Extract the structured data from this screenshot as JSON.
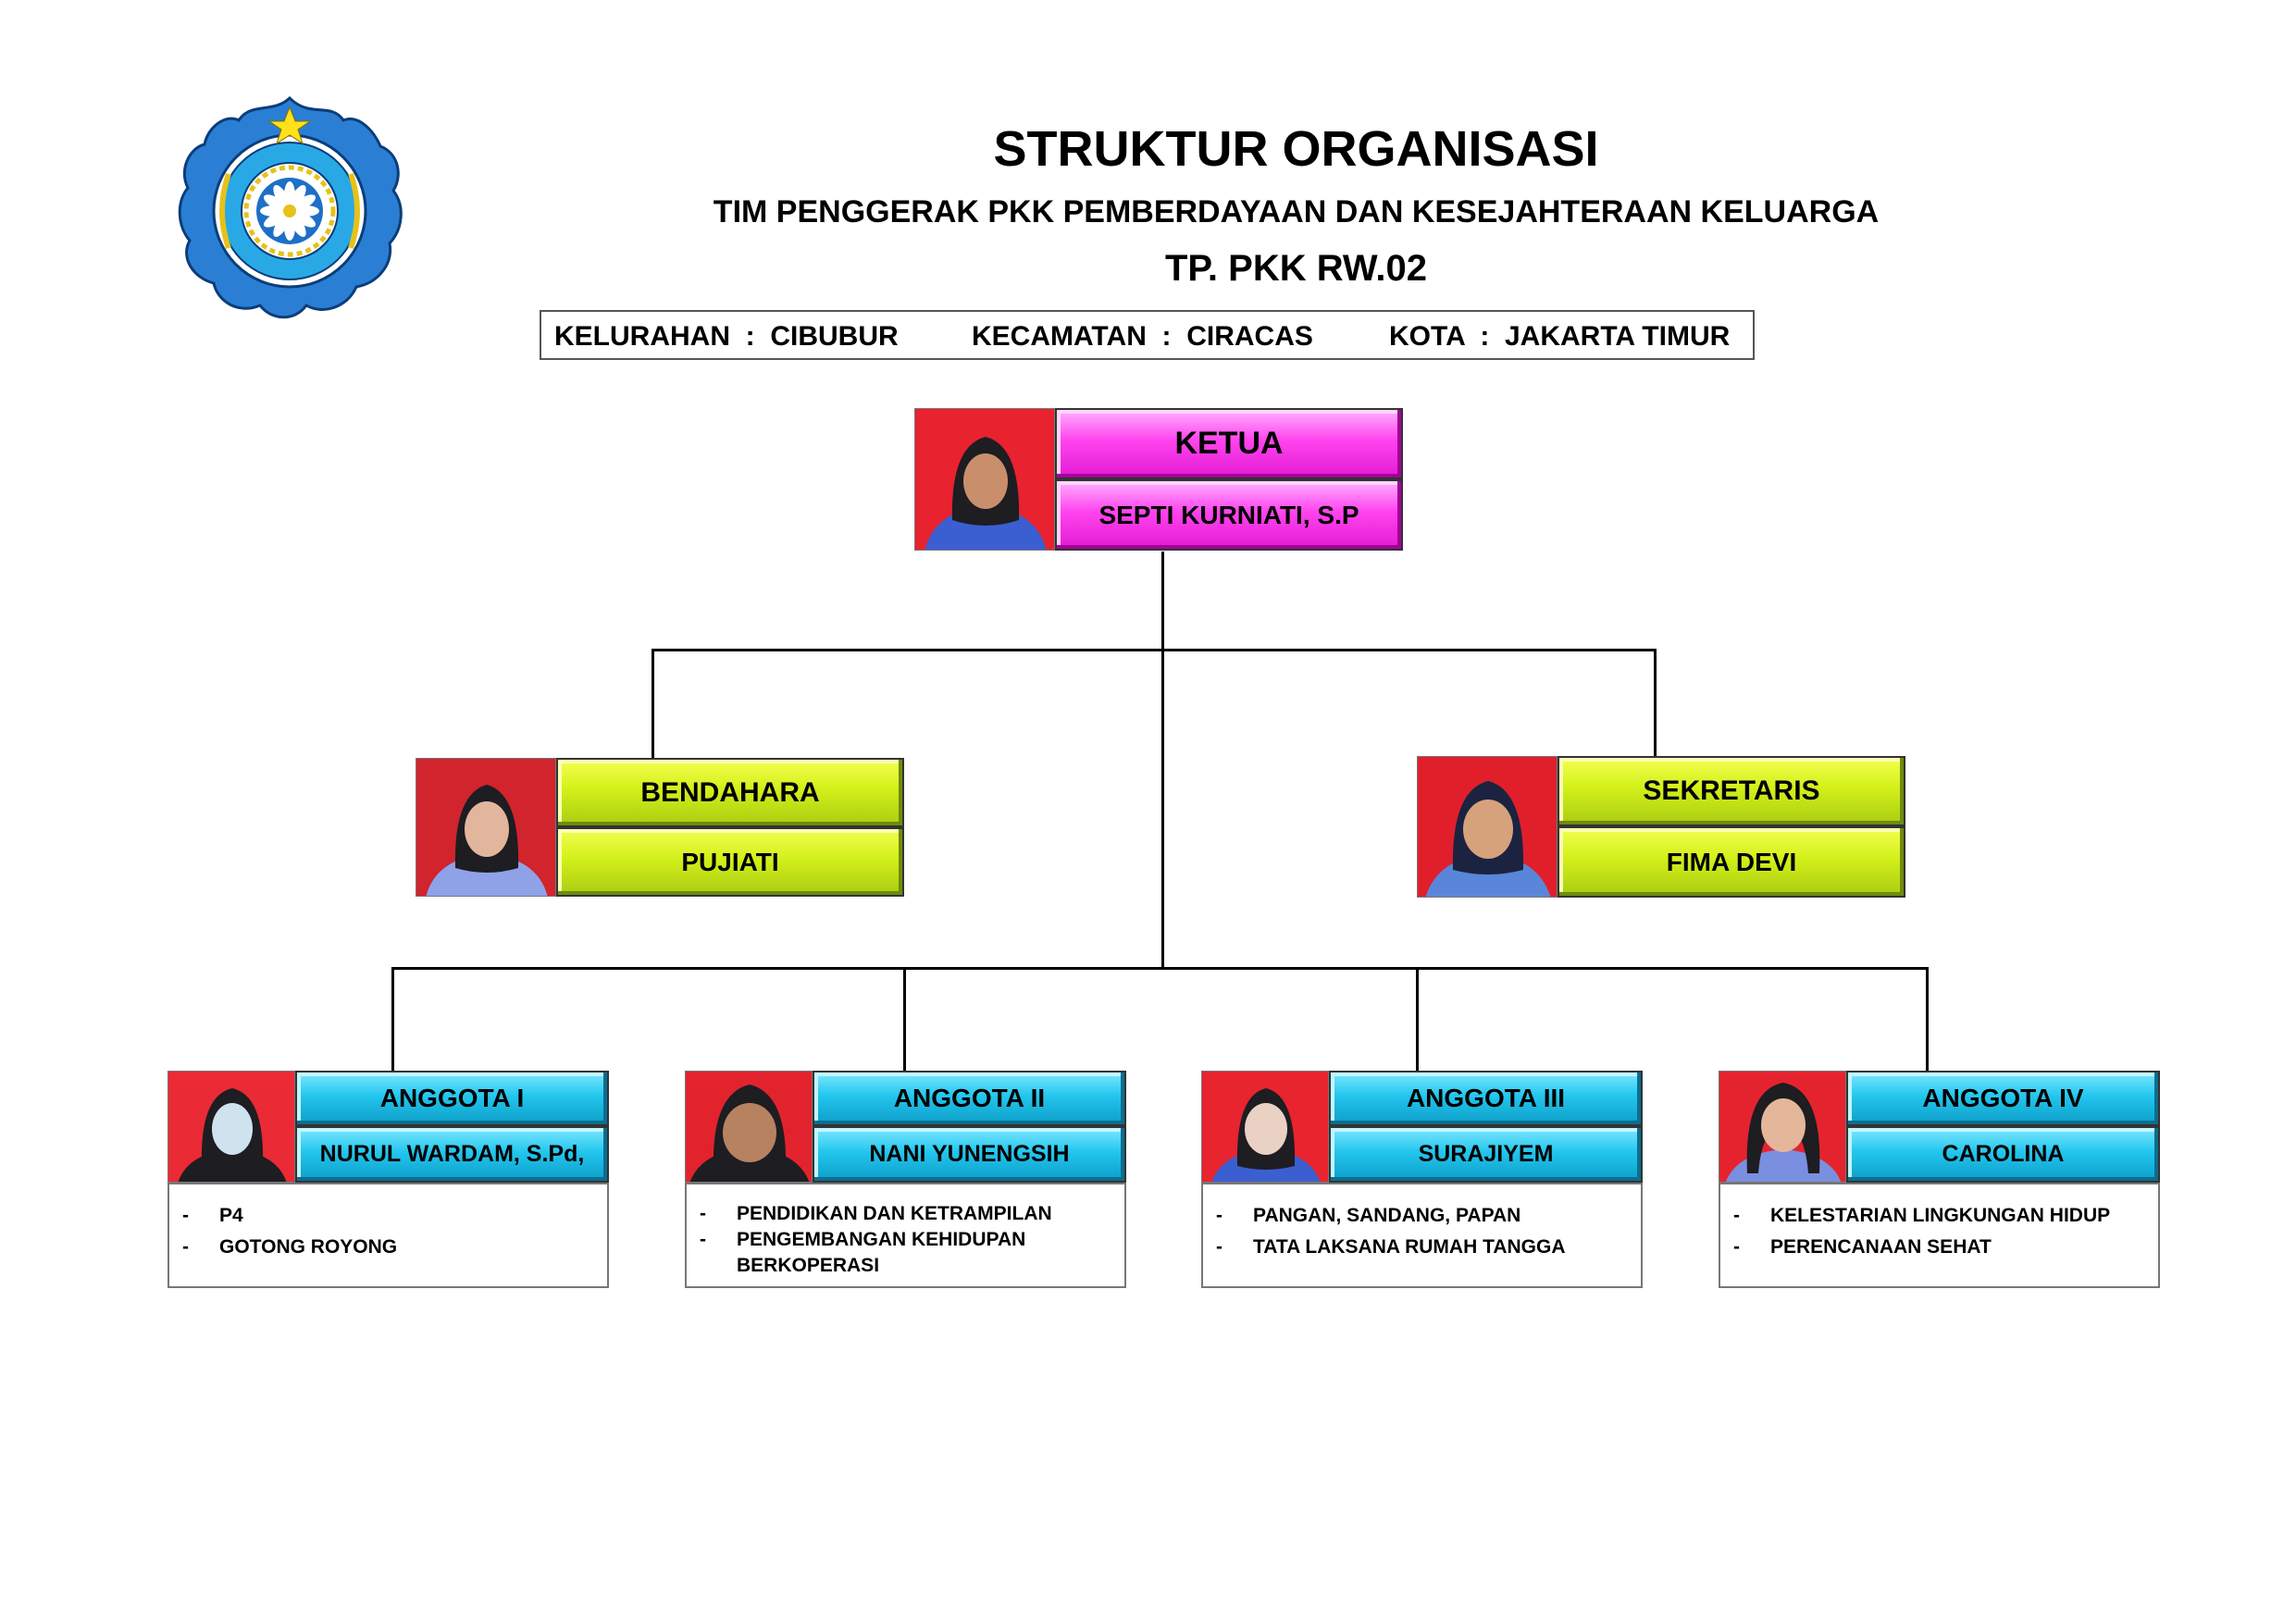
{
  "header": {
    "title": "STRUKTUR ORGANISASI",
    "subtitle": "TIM PENGGERAK PKK PEMBERDAYAAN DAN KESEJAHTERAAN KELUARGA",
    "unit": "TP. PKK RW.02",
    "location": {
      "kelurahan": "KELURAHAN  :  CIBUBUR",
      "kecamatan": "KECAMATAN  :  CIRACAS",
      "kota": "KOTA  :  JAKARTA TIMUR"
    }
  },
  "ketua": {
    "role": "KETUA",
    "name": "SEPTI KURNIATI, S.P"
  },
  "bendahara": {
    "role": "BENDAHARA",
    "name": "PUJIATI"
  },
  "sekretaris": {
    "role": "SEKRETARIS",
    "name": "FIMA DEVI"
  },
  "anggota": [
    {
      "role": "ANGGOTA  I",
      "name": "NURUL WARDAM, S.Pd,",
      "duties": [
        "P4",
        "GOTONG ROYONG"
      ]
    },
    {
      "role": "ANGGOTA  II",
      "name": "NANI YUNENGSIH",
      "duties": [
        "PENDIDIKAN DAN KETRAMPILAN",
        "PENGEMBANGAN KEHIDUPAN\nBERKOPERASI"
      ]
    },
    {
      "role": "ANGGOTA  III",
      "name": "SURAJIYEM",
      "duties": [
        "PANGAN, SANDANG, PAPAN",
        "TATA LAKSANA RUMAH TANGGA"
      ]
    },
    {
      "role": "ANGGOTA  IV",
      "name": "CAROLINA",
      "duties": [
        "KELESTARIAN LINGKUNGAN HIDUP",
        "PERENCANAAN SEHAT"
      ]
    }
  ],
  "colors": {
    "ketua": "#ff44ee",
    "officers": "#d3f01a",
    "anggota": "#23c6ee",
    "photo_bg": "#e8222e",
    "uniform": "#3b5fd0"
  }
}
